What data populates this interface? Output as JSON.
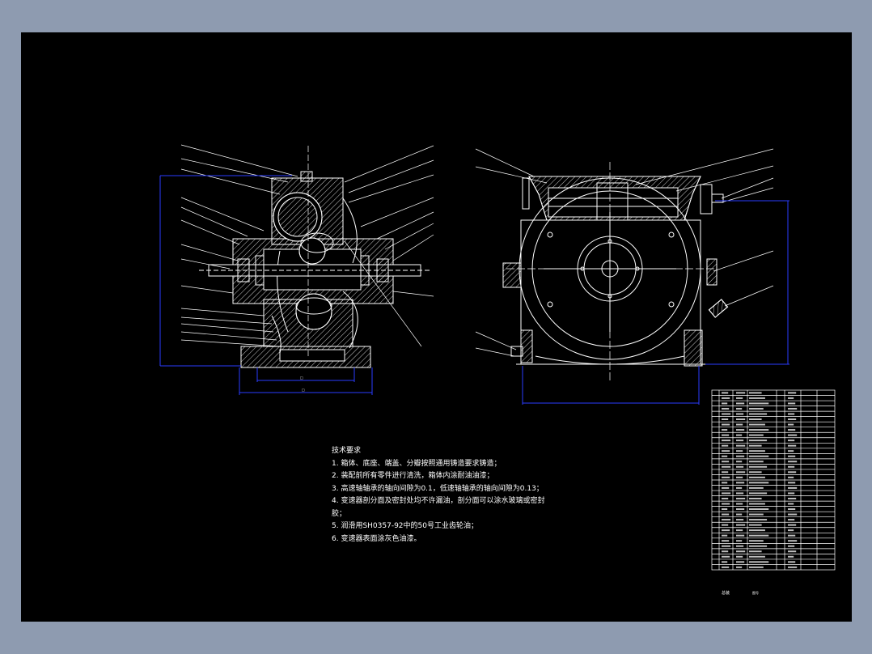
{
  "app": {
    "background_color": "#8e9bb0",
    "canvas_color": "#000000"
  },
  "colors": {
    "line": "#ffffff",
    "dimension": "#2a3bff",
    "hatch": "#ffffff"
  },
  "technical_requirements": {
    "title": "技术要求",
    "items": [
      "1. 箱体、底座、端盖、分瓣按照通用铸造要求铸造；",
      "2. 装配前所有零件进行清洗，箱体内涂耐油油漆；",
      "3. 高速轴轴承的轴向间隙为0.1，低速轴轴承的轴向间隙为0.13；",
      "4. 变速器剖分面及密封处均不许漏油，剖分面可以涂水玻璃或密封",
      "胶；",
      "5. 润滑用SH0357-92中的50号工业齿轮油；",
      "6. 变速器表面涂灰色油漆。"
    ]
  },
  "title_block": {
    "footer_left": "总装",
    "footer_right": "图号"
  }
}
